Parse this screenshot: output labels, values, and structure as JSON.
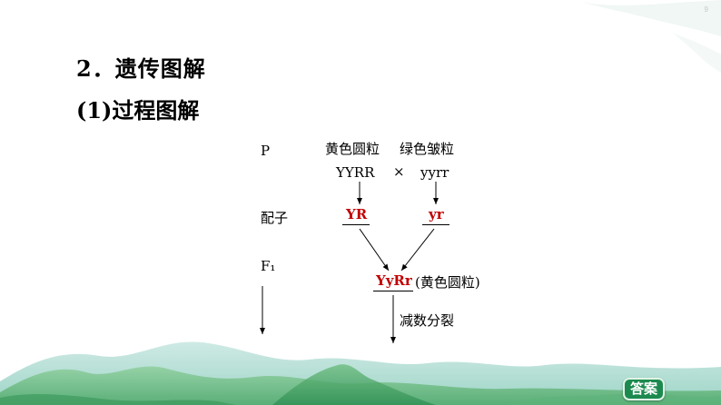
{
  "page": {
    "number": "9"
  },
  "heading": "2．遗传图解",
  "subheading": "(1)过程图解",
  "diagram": {
    "row_labels": {
      "parents": "P",
      "gametes": "配子",
      "f1": "F₁"
    },
    "parent1": {
      "phenotype": "黄色圆粒",
      "genotype": "YYRR"
    },
    "cross_symbol": "×",
    "parent2": {
      "phenotype": "绿色皱粒",
      "genotype": "yyrr"
    },
    "gamete1": "YR",
    "gamete2": "yr",
    "f1": {
      "genotype": "YyRr",
      "phenotype": "(黄色圆粒)"
    },
    "process_label": "减数分裂"
  },
  "answer_button": {
    "label": "答案"
  },
  "colors": {
    "highlight": "#c00000",
    "badge": "#1c8a4e"
  }
}
